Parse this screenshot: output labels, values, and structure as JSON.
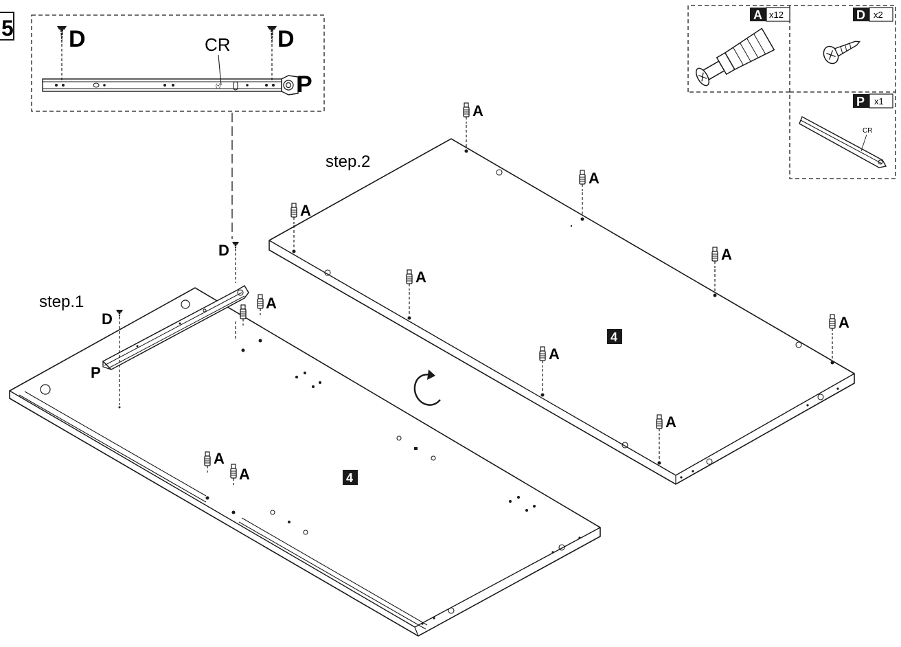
{
  "step_number": "5",
  "steps": {
    "step1": "step.1",
    "step2": "step.2"
  },
  "panel_badge": "4",
  "detail": {
    "screw_label": "D",
    "connector_label": "CR",
    "rail_label": "P"
  },
  "callouts": {
    "cam_bolt": "A",
    "screw": "D",
    "rail": "P"
  },
  "parts": [
    {
      "letter": "A",
      "qty": "x12"
    },
    {
      "letter": "D",
      "qty": "x2"
    },
    {
      "letter": "P",
      "qty": "x1",
      "inner_label": "CR"
    }
  ],
  "colors": {
    "line": "#1a1a1a",
    "badge_bg": "#1a1a1a",
    "badge_fg": "#ffffff",
    "paper": "#ffffff"
  },
  "icons": [
    "rotate-arrow-icon",
    "cam-bolt-icon",
    "screw-icon",
    "drawer-rail-icon"
  ]
}
